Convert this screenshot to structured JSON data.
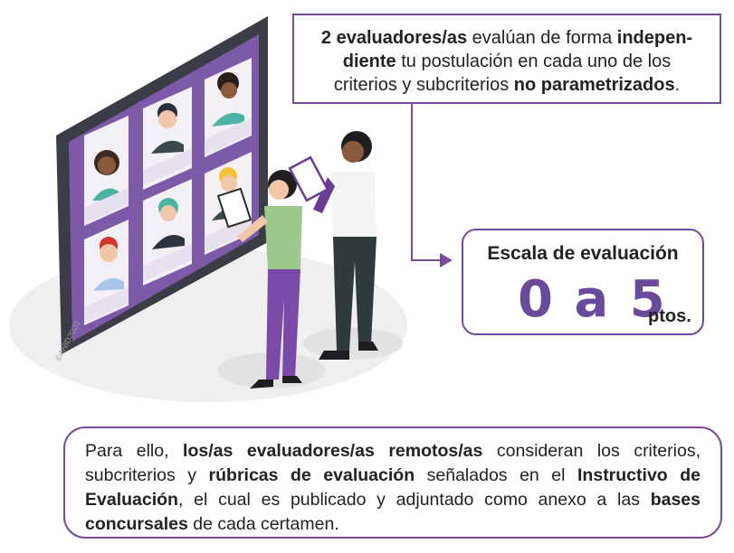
{
  "top_box": {
    "p1_bold": "2 evaluadores/as",
    "p2": " evalúan de forma ",
    "p3_bold": "indepen-diente",
    "p4": " tu postulación en cada uno de los criterios y subcriterios ",
    "p5_bold": "no parametrizados",
    "p6": "."
  },
  "scale": {
    "title": "Escala de evaluación",
    "value": "0 a 5",
    "unit": "ptos."
  },
  "bottom_box": {
    "p1": "Para ello, ",
    "p2_bold": "los/as evaluadores/as remotos/as",
    "p3": " consideran los criterios, subcriterios y ",
    "p4_bold": "rúbricas de evaluación",
    "p5": " señalados en el ",
    "p6_bold": "Instructivo de Evaluación",
    "p7": ", el cual es publicado y adjuntado como anexo a las ",
    "p8_bold": "bases concursales",
    "p9": " de cada certamen."
  },
  "illustration": {
    "watermark": "©ANID2020"
  },
  "colors": {
    "accent_purple": "#6a4a9c",
    "board_dark": "#3a3d45",
    "board_purple": "#7d5aa8",
    "floor_gray": "#efefef"
  }
}
